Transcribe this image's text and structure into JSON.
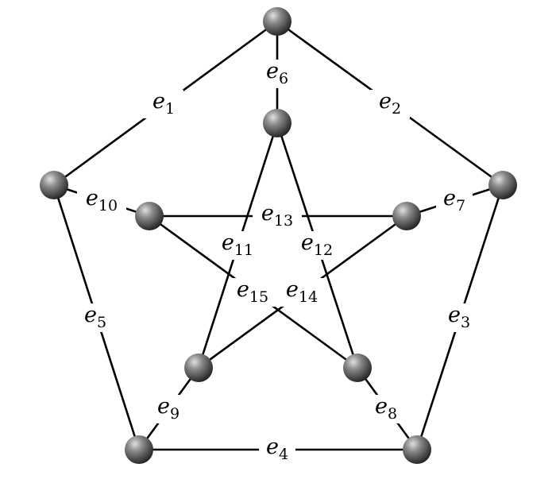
{
  "graph": {
    "node_color": "#4d4d4d",
    "edge_color": "#000000",
    "nodes": [
      "outer-top",
      "outer-right",
      "outer-bottom-right",
      "outer-bottom-left",
      "outer-left",
      "inner-top",
      "inner-right",
      "inner-bottom-right",
      "inner-bottom-left",
      "inner-left"
    ],
    "edges": [
      {
        "label": "e",
        "sub": "1",
        "from": "outer-top",
        "to": "outer-left"
      },
      {
        "label": "e",
        "sub": "2",
        "from": "outer-top",
        "to": "outer-right"
      },
      {
        "label": "e",
        "sub": "3",
        "from": "outer-right",
        "to": "outer-bottom-right"
      },
      {
        "label": "e",
        "sub": "4",
        "from": "outer-bottom-left",
        "to": "outer-bottom-right"
      },
      {
        "label": "e",
        "sub": "5",
        "from": "outer-left",
        "to": "outer-bottom-left"
      },
      {
        "label": "e",
        "sub": "6",
        "from": "outer-top",
        "to": "inner-top"
      },
      {
        "label": "e",
        "sub": "7",
        "from": "outer-right",
        "to": "inner-right"
      },
      {
        "label": "e",
        "sub": "8",
        "from": "outer-bottom-right",
        "to": "inner-bottom-right"
      },
      {
        "label": "e",
        "sub": "9",
        "from": "outer-bottom-left",
        "to": "inner-bottom-left"
      },
      {
        "label": "e",
        "sub": "10",
        "from": "outer-left",
        "to": "inner-left"
      },
      {
        "label": "e",
        "sub": "11",
        "from": "inner-top",
        "to": "inner-bottom-left"
      },
      {
        "label": "e",
        "sub": "12",
        "from": "inner-top",
        "to": "inner-bottom-right"
      },
      {
        "label": "e",
        "sub": "13",
        "from": "inner-left",
        "to": "inner-right"
      },
      {
        "label": "e",
        "sub": "14",
        "from": "inner-right",
        "to": "inner-bottom-left"
      },
      {
        "label": "e",
        "sub": "15",
        "from": "inner-left",
        "to": "inner-bottom-right"
      }
    ]
  }
}
